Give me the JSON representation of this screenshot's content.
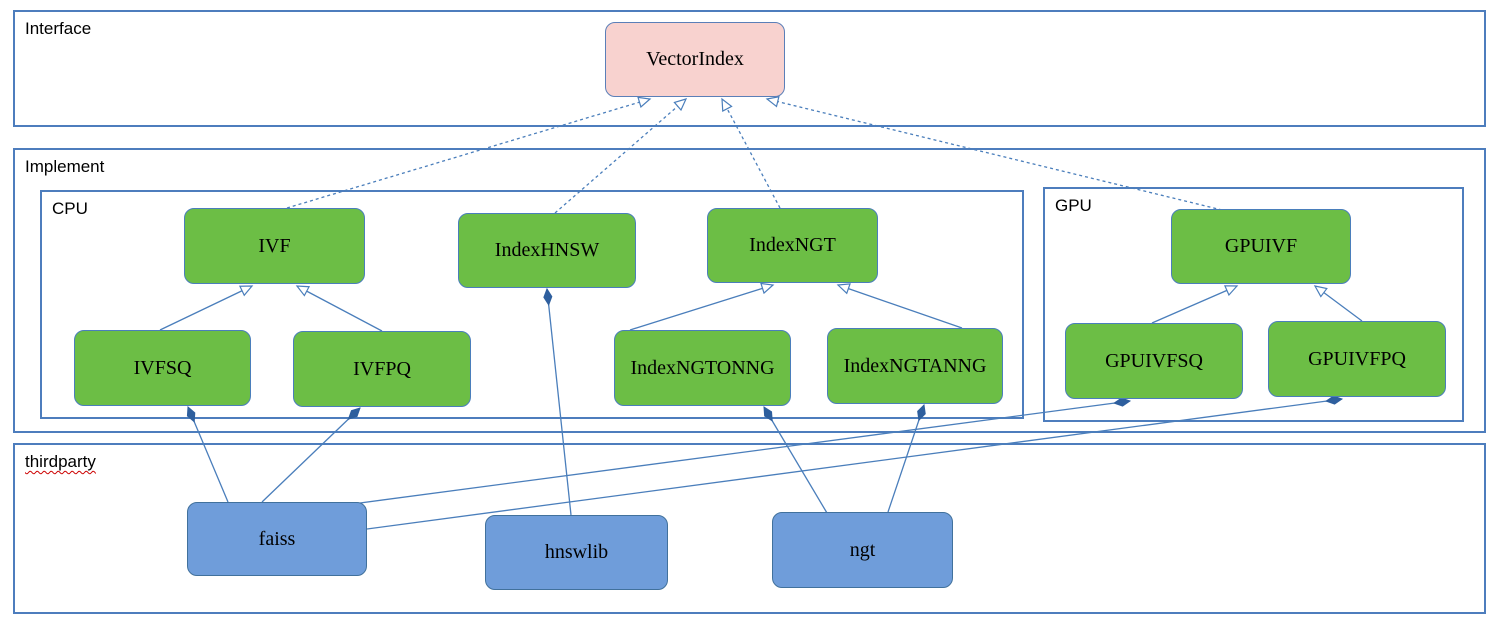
{
  "diagram": {
    "sections": {
      "interface": {
        "label": "Interface"
      },
      "implement": {
        "label": "Implement"
      },
      "cpu": {
        "label": "CPU"
      },
      "gpu": {
        "label": "GPU"
      },
      "thirdparty": {
        "label": "thirdparty"
      }
    },
    "nodes": {
      "vectorindex": {
        "label": "VectorIndex",
        "kind": "interface"
      },
      "ivf": {
        "label": "IVF",
        "kind": "implementation"
      },
      "indexhnsw": {
        "label": "IndexHNSW",
        "kind": "implementation"
      },
      "indexngt": {
        "label": "IndexNGT",
        "kind": "implementation"
      },
      "ivfsq": {
        "label": "IVFSQ",
        "kind": "implementation"
      },
      "ivfpq": {
        "label": "IVFPQ",
        "kind": "implementation"
      },
      "indexngtonng": {
        "label": "IndexNGTONNG",
        "kind": "implementation"
      },
      "indexngtanng": {
        "label": "IndexNGTANNG",
        "kind": "implementation"
      },
      "gpuivf": {
        "label": "GPUIVF",
        "kind": "implementation"
      },
      "gpuivfsq": {
        "label": "GPUIVFSQ",
        "kind": "implementation"
      },
      "gpuivfpq": {
        "label": "GPUIVFPQ",
        "kind": "implementation"
      },
      "faiss": {
        "label": "faiss",
        "kind": "thirdparty"
      },
      "hnswlib": {
        "label": "hnswlib",
        "kind": "thirdparty"
      },
      "ngt": {
        "label": "ngt",
        "kind": "thirdparty"
      }
    },
    "edges": [
      {
        "from": "ivf",
        "to": "vectorindex",
        "type": "realization-dashed"
      },
      {
        "from": "indexhnsw",
        "to": "vectorindex",
        "type": "realization-dashed"
      },
      {
        "from": "indexngt",
        "to": "vectorindex",
        "type": "realization-dashed"
      },
      {
        "from": "gpuivf",
        "to": "vectorindex",
        "type": "realization-dashed"
      },
      {
        "from": "ivfsq",
        "to": "ivf",
        "type": "generalization"
      },
      {
        "from": "ivfpq",
        "to": "ivf",
        "type": "generalization"
      },
      {
        "from": "indexngtonng",
        "to": "indexngt",
        "type": "generalization"
      },
      {
        "from": "indexngtanng",
        "to": "indexngt",
        "type": "generalization"
      },
      {
        "from": "gpuivfsq",
        "to": "gpuivf",
        "type": "generalization"
      },
      {
        "from": "gpuivfpq",
        "to": "gpuivf",
        "type": "generalization"
      },
      {
        "from": "ivfsq",
        "to": "faiss",
        "type": "composition"
      },
      {
        "from": "ivfpq",
        "to": "faiss",
        "type": "composition"
      },
      {
        "from": "indexhnsw",
        "to": "hnswlib",
        "type": "composition"
      },
      {
        "from": "indexngtonng",
        "to": "ngt",
        "type": "composition"
      },
      {
        "from": "indexngtanng",
        "to": "ngt",
        "type": "composition"
      },
      {
        "from": "gpuivfsq",
        "to": "faiss",
        "type": "composition"
      },
      {
        "from": "gpuivfpq",
        "to": "faiss",
        "type": "composition"
      }
    ],
    "colors": {
      "interface_fill": "#f8d2cf",
      "implementation_fill": "#6cbe45",
      "thirdparty_fill": "#6f9dda",
      "section_border": "#4d7dbd",
      "edge": "#4a7ebb",
      "spellcheck_underline": "#cc0000"
    }
  }
}
